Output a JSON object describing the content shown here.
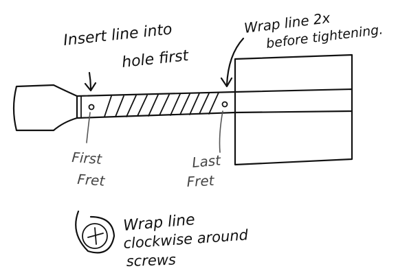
{
  "labels": {
    "insert_line_1": "Insert line into",
    "insert_line_2": "hole first",
    "wrap_2x_1": "Wrap line 2x",
    "wrap_2x_2": "before tightening.",
    "first_fret_1": "First",
    "first_fret_2": "Fret",
    "last_fret_1": "Last",
    "last_fret_2": "Fret",
    "wrap_cw_1": "Wrap line",
    "wrap_cw_2": "clockwise around",
    "wrap_cw_3": "screws"
  },
  "colors": {
    "ink": "#111111",
    "pencil": "#444444",
    "background": "#ffffff"
  },
  "icons": {
    "screw": "screw-icon",
    "arrow": "arrow-icon"
  }
}
